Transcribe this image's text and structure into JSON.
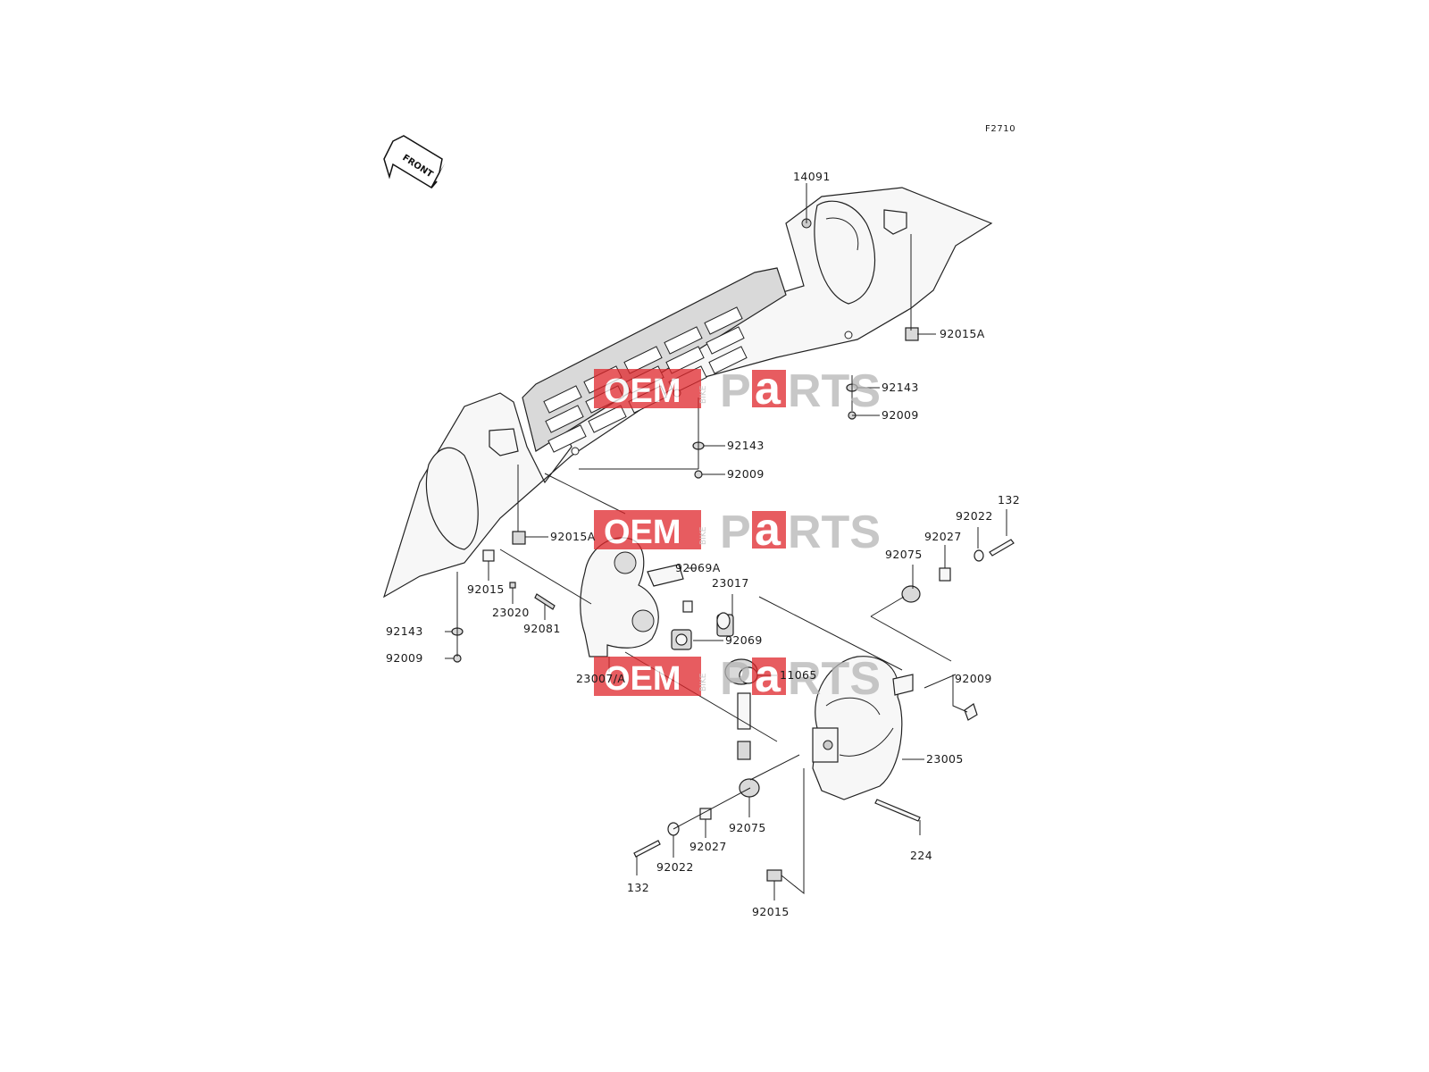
{
  "diagram": {
    "reference_code": "F2710",
    "front_arrow_text": "FRONT",
    "labels": [
      {
        "id": "14091",
        "text": "14091"
      },
      {
        "id": "92015A-right",
        "text": "92015A"
      },
      {
        "id": "92143-right",
        "text": "92143"
      },
      {
        "id": "92009-right",
        "text": "92009"
      },
      {
        "id": "92143-mid",
        "text": "92143"
      },
      {
        "id": "92009-mid",
        "text": "92009"
      },
      {
        "id": "92015A-left",
        "text": "92015A"
      },
      {
        "id": "92015-left",
        "text": "92015"
      },
      {
        "id": "23020",
        "text": "23020"
      },
      {
        "id": "92081",
        "text": "92081"
      },
      {
        "id": "92143-left",
        "text": "92143"
      },
      {
        "id": "92009-left",
        "text": "92009"
      },
      {
        "id": "92069A",
        "text": "92069A"
      },
      {
        "id": "23017",
        "text": "23017"
      },
      {
        "id": "92069",
        "text": "92069"
      },
      {
        "id": "23007A",
        "text": "23007/A"
      },
      {
        "id": "11065",
        "text": "11065"
      },
      {
        "id": "132-right",
        "text": "132"
      },
      {
        "id": "92022-right",
        "text": "92022"
      },
      {
        "id": "92027-right",
        "text": "92027"
      },
      {
        "id": "92075-right",
        "text": "92075"
      },
      {
        "id": "92009-lower",
        "text": "92009"
      },
      {
        "id": "23005",
        "text": "23005"
      },
      {
        "id": "224",
        "text": "224"
      },
      {
        "id": "92075-lower",
        "text": "92075"
      },
      {
        "id": "92027-lower",
        "text": "92027"
      },
      {
        "id": "92022-lower",
        "text": "92022"
      },
      {
        "id": "132-lower",
        "text": "132"
      },
      {
        "id": "92015-lower",
        "text": "92015"
      }
    ]
  },
  "watermark": {
    "oem": "OEM",
    "bike": "BIKE",
    "parts_p": "P",
    "parts_a": "a",
    "parts_rts": "RTS",
    "colors": {
      "red": "#e0262b",
      "gray": "#b5b5b5"
    }
  }
}
